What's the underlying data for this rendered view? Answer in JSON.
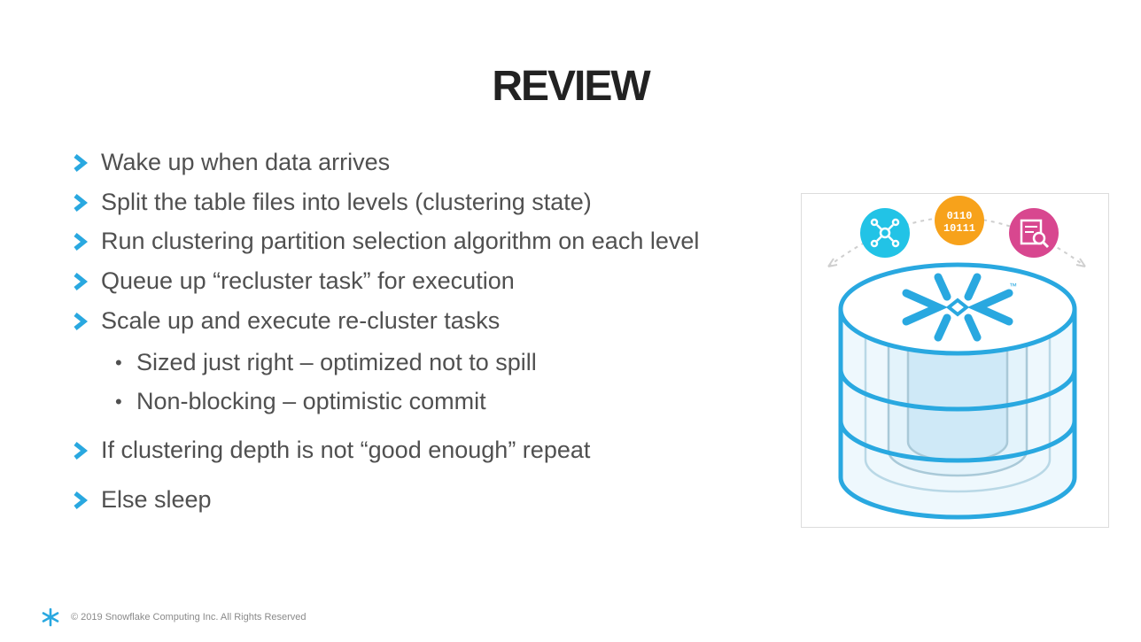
{
  "slide": {
    "title": "REVIEW",
    "bullets": [
      "Wake up when data arrives",
      "Split the table files into levels (clustering state)",
      "Run clustering partition selection algorithm on each level",
      "Queue up “recluster task” for execution",
      "Scale up and execute re-cluster tasks"
    ],
    "sub_bullets": [
      "Sized just right – optimized not to spill",
      "Non-blocking – optimistic commit"
    ],
    "bullets_after": [
      "If clustering depth is not “good enough” repeat",
      "Else sleep"
    ],
    "illustration": {
      "tm_mark": "™",
      "binary_top": "0110",
      "binary_bottom": "10111"
    }
  },
  "footer": {
    "copyright": "© 2019 Snowflake Computing Inc. All Rights Reserved"
  },
  "colors": {
    "accent": "#29A8E0",
    "cyan_icon": "#22C3E6",
    "orange_icon": "#F7A21B",
    "pink_icon": "#D8478F",
    "text": "#505050",
    "title": "#222222"
  }
}
